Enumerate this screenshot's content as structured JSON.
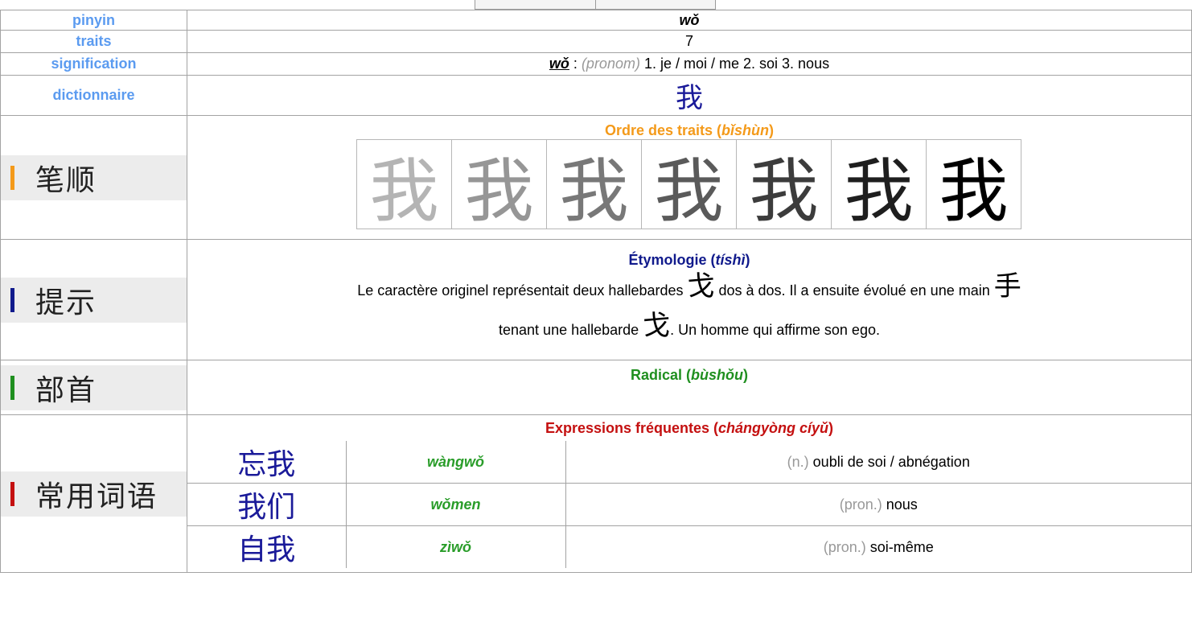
{
  "rows": {
    "pinyin": {
      "label": "pinyin",
      "value": "wǒ"
    },
    "traits": {
      "label": "traits",
      "value": "7"
    },
    "signification": {
      "label": "signification",
      "link": "wǒ",
      "sep": " : ",
      "pos": "(pronom)",
      "text": " 1. je / moi / me 2. soi 3. nous"
    },
    "dictionnaire": {
      "label": "dictionnaire",
      "value": "我"
    }
  },
  "bishun": {
    "side_label": "笔顺",
    "title_pre": "Ordre des traits (",
    "title_py": "bǐshùn",
    "title_post": ")",
    "char": "我",
    "steps": [
      1,
      2,
      3,
      4,
      5,
      6,
      7
    ],
    "total": 7
  },
  "tishi": {
    "side_label": "提示",
    "title_pre": "Étymologie (",
    "title_py": "tíshì",
    "title_post": ")",
    "t1": "Le caractère originel représentait deux hallebardes ",
    "c1": "戈",
    "t2": " dos à dos. Il a ensuite évolué en une main ",
    "c2": "手",
    "t3": " tenant une hallebarde ",
    "c3": "戈",
    "t4": ". Un homme qui affirme son ego."
  },
  "bushou": {
    "side_label": "部首",
    "title_pre": "Radical (",
    "title_py": "bùshǒu",
    "title_post": ")"
  },
  "changyong": {
    "side_label": "常用词语",
    "title_pre": "Expressions fréquentes (",
    "title_py": "chángyòng cíyǔ",
    "title_post": ")",
    "items": [
      {
        "hanzi": "忘我",
        "pinyin": "wàngwǒ",
        "pos": "(n.)",
        "meaning": " oubli de soi / abnégation"
      },
      {
        "hanzi": "我们",
        "pinyin": "wǒmen",
        "pos": "(pron.)",
        "meaning": " nous"
      },
      {
        "hanzi": "自我",
        "pinyin": "zìwǒ",
        "pos": "(pron.)",
        "meaning": " soi-même"
      }
    ]
  },
  "colors": {
    "label_blue": "#5b9bf0",
    "bishun_orange": "#f49a1a",
    "tishi_navy": "#101a8c",
    "bushou_green": "#1f8f1f",
    "changyong_red": "#c41010"
  }
}
